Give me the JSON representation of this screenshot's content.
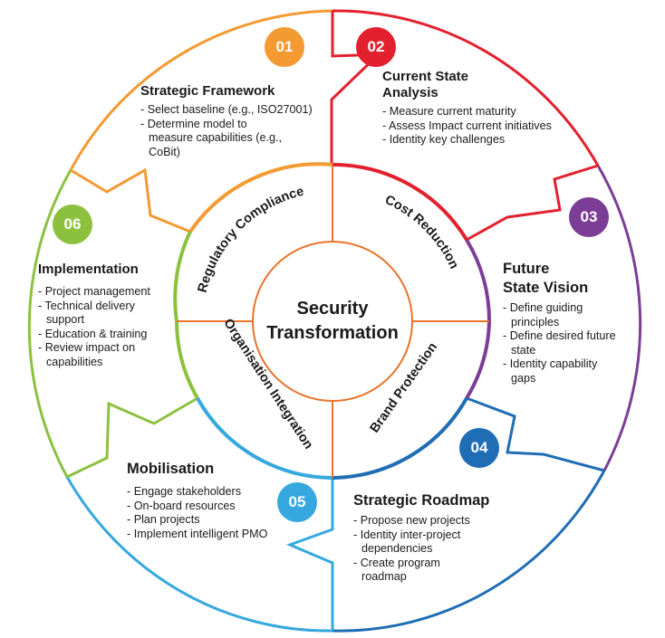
{
  "center": {
    "line1": "Security",
    "line2": "Transformation"
  },
  "ring": {
    "regulatory": "Regulatory Compliance",
    "cost": "Cost Reduction",
    "brand": "Brand Protection",
    "organisation": "Organisation Integration"
  },
  "colors": {
    "s01": "#f39a33",
    "s02": "#e3202e",
    "s03": "#7c3d97",
    "s04": "#1e6db5",
    "s05": "#36a8df",
    "s06": "#8cc13f",
    "inner": "#e8732a"
  },
  "sections": [
    {
      "number": "01",
      "title": "Strategic Framework",
      "items": [
        "Select baseline (e.g., ISO27001)",
        "Determine model to measure capabilities (e.g., CoBit)"
      ]
    },
    {
      "number": "02",
      "title_lines": [
        "Current State",
        "Analysis"
      ],
      "items": [
        "Measure current maturity",
        "Assess Impact current initiatives",
        "Identity key challenges"
      ]
    },
    {
      "number": "03",
      "title_lines": [
        "Future",
        "State Vision"
      ],
      "items": [
        "Define guiding principles",
        "Define desired future state",
        "Identity capability gaps"
      ]
    },
    {
      "number": "04",
      "title": "Strategic Roadmap",
      "items": [
        "Propose new projects",
        "Identity inter-project dependencies",
        "Create program roadmap"
      ]
    },
    {
      "number": "05",
      "title": "Mobilisation",
      "items": [
        "Engage stakeholders",
        "On-board resources",
        "Plan projects",
        "Implement intelligent PMO"
      ]
    },
    {
      "number": "06",
      "title": "Implementation",
      "items": [
        "Project management",
        "Technical delivery support",
        "Education & training",
        "Review impact on capabilities"
      ]
    }
  ]
}
